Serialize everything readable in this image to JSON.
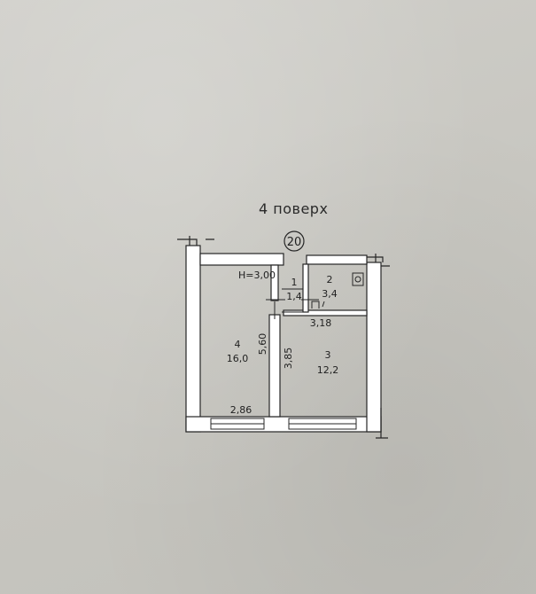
{
  "floor_label": "4 поверх",
  "building_number": "20",
  "ceiling_height": "H=3,00",
  "rooms": [
    {
      "number": "1",
      "area": "1,4"
    },
    {
      "number": "2",
      "area": "3,4"
    },
    {
      "number": "3",
      "area": "12,2"
    },
    {
      "number": "4",
      "area": "16,0"
    }
  ],
  "dimensions": {
    "room4_length": "5,60",
    "room3_length": "3,85",
    "room2_width": "3,18",
    "room4_width": "2,86"
  },
  "colors": {
    "wall": "#ffffff",
    "wall_outline": "#262626",
    "paper": "#c9c8c3"
  }
}
